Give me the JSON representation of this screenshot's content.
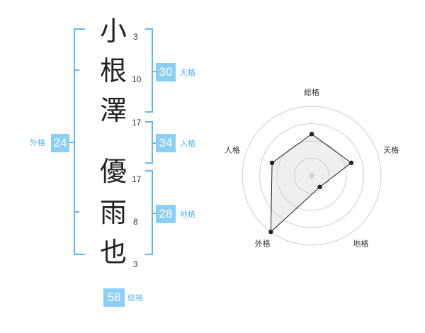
{
  "name_chars": [
    {
      "char": "小",
      "strokes": "3"
    },
    {
      "char": "根",
      "strokes": "10"
    },
    {
      "char": "澤",
      "strokes": "17"
    },
    {
      "char": "優",
      "strokes": "17"
    },
    {
      "char": "雨",
      "strokes": "8"
    },
    {
      "char": "也",
      "strokes": "3"
    }
  ],
  "fortunes": {
    "tenkaku": {
      "value": "30",
      "label": "天格"
    },
    "jinkaku": {
      "value": "34",
      "label": "人格"
    },
    "chikaku": {
      "value": "28",
      "label": "地格"
    },
    "gaikaku": {
      "value": "24",
      "label": "外格"
    },
    "soukaku": {
      "value": "58",
      "label": "総格"
    }
  },
  "colors": {
    "accent": "#8ccff5",
    "bracket": "#64b6ea",
    "label": "#5bb3ea"
  },
  "chart_data": {
    "type": "radar",
    "axes": [
      "総格",
      "天格",
      "地格",
      "外格",
      "人格"
    ],
    "values": [
      3,
      3,
      1,
      5,
      3
    ],
    "max": 5,
    "rings": 4,
    "center_marker": true
  }
}
